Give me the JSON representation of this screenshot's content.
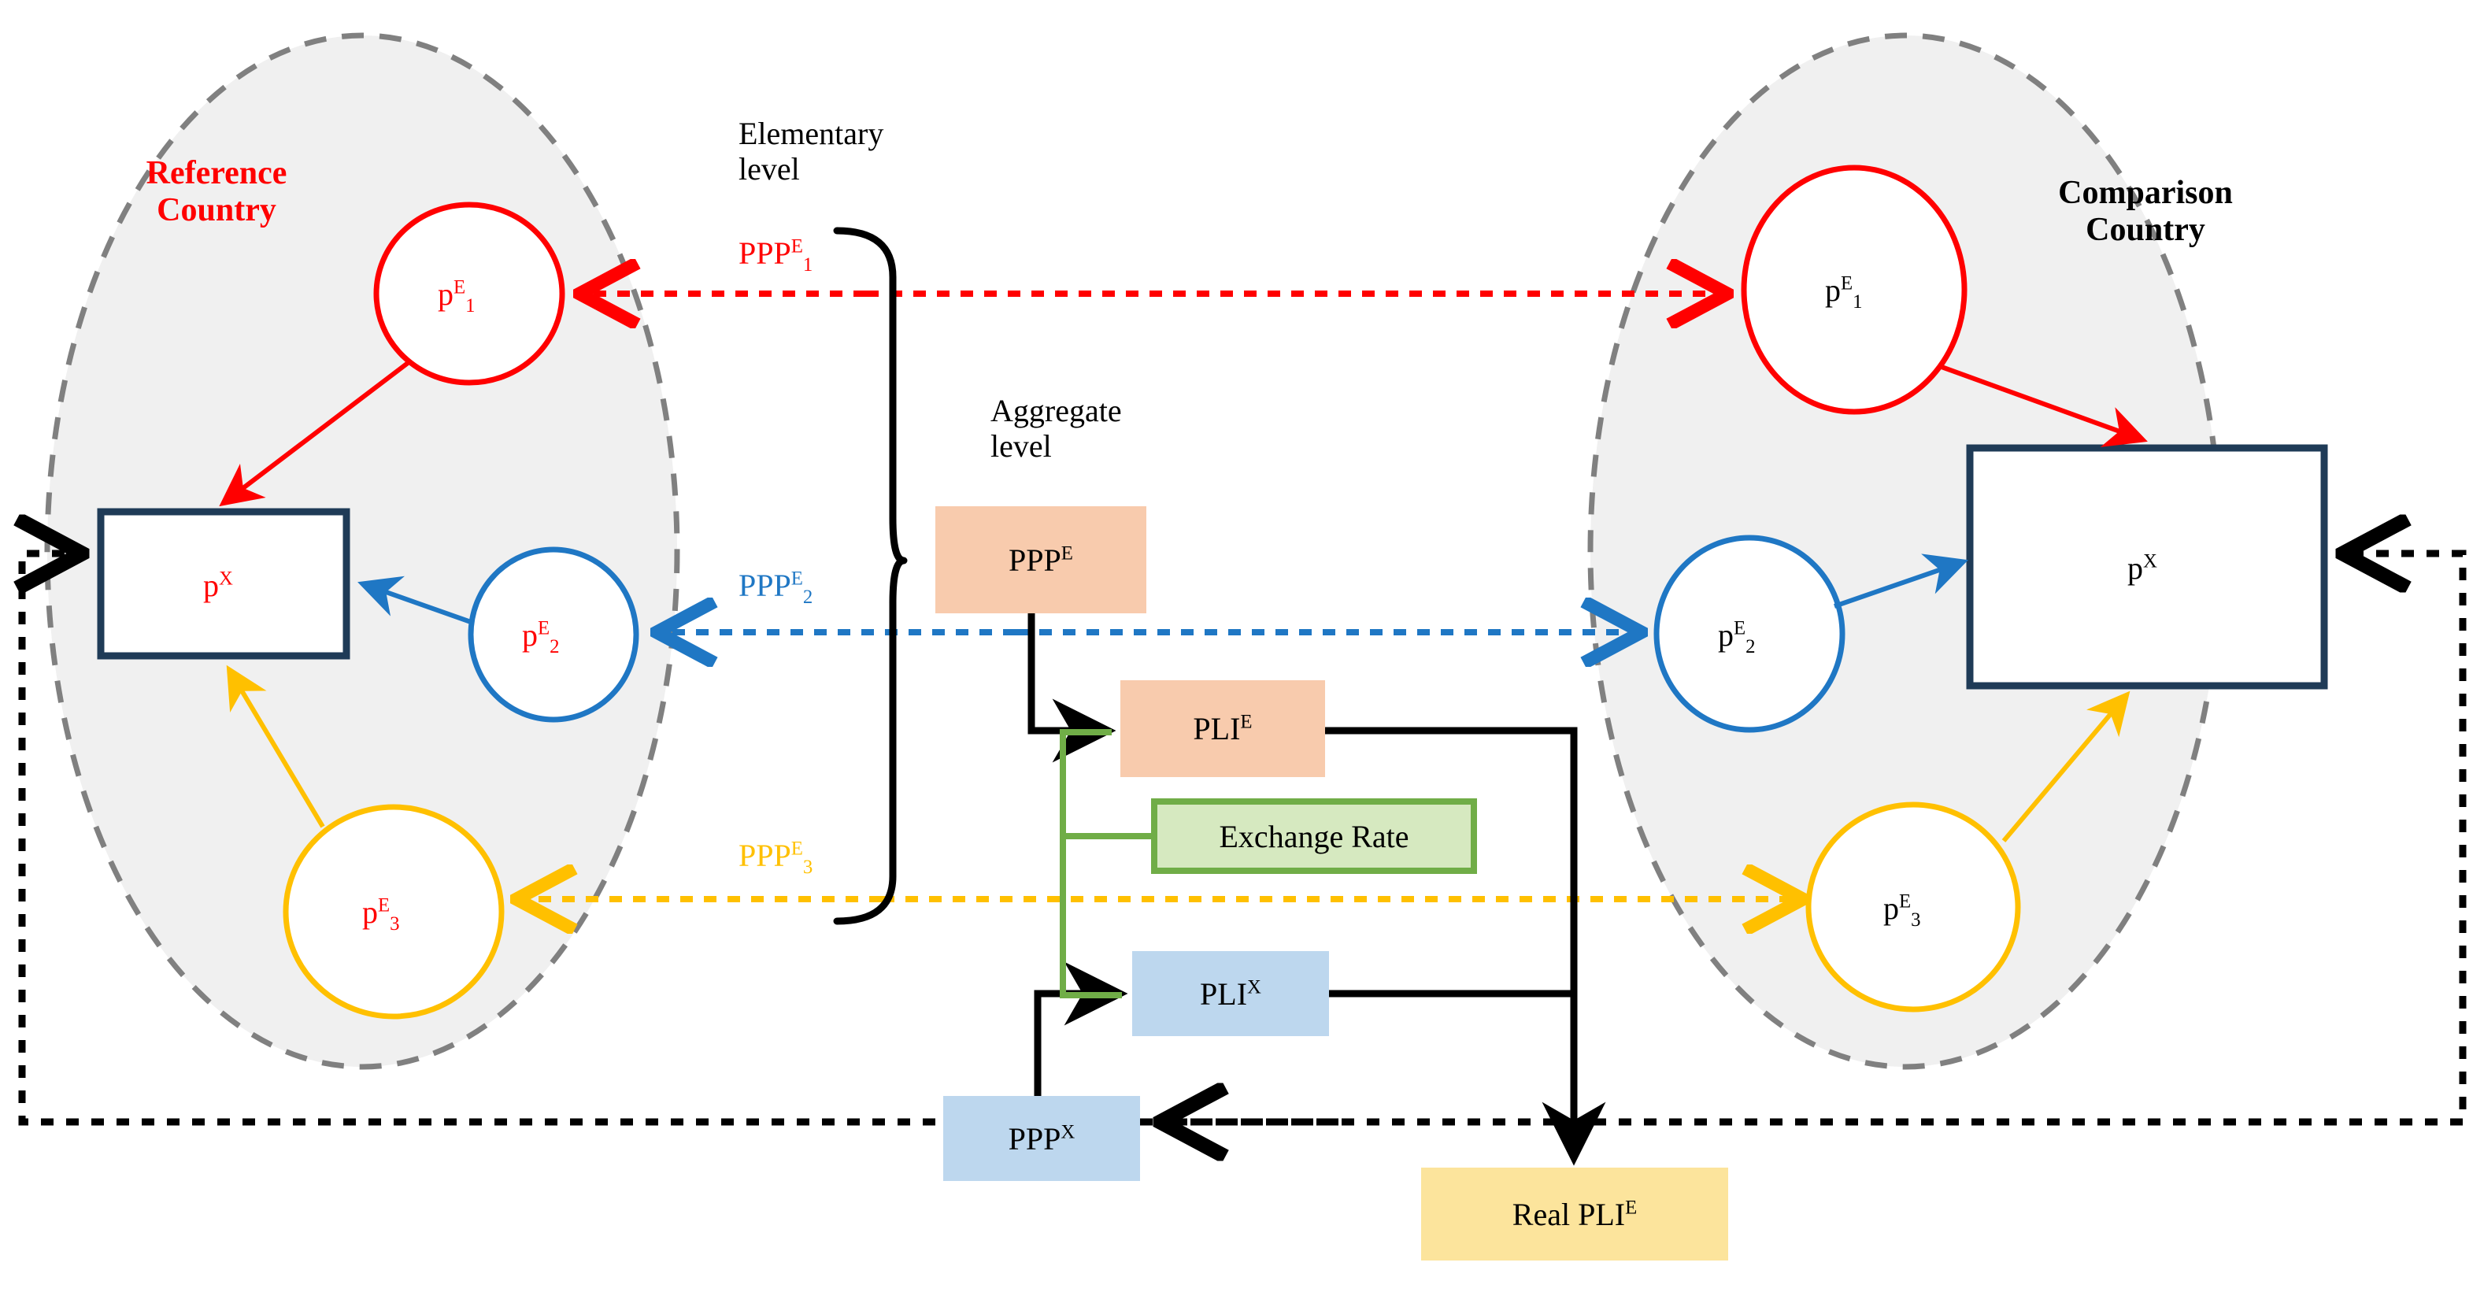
{
  "diagram": {
    "title": "PPP and PLI computation flow between Reference Country and Comparison Country",
    "regions": {
      "reference": {
        "label_line1": "Reference",
        "label_line2": "Country",
        "color": "#FF0000"
      },
      "comparison": {
        "label_line1": "Comparison",
        "label_line2": "Country",
        "color": "#000000"
      }
    },
    "levels": {
      "elementary_line1": "Elementary",
      "elementary_line2": "level",
      "aggregate_line1": "Aggregate",
      "aggregate_line2": "level"
    },
    "reference_nodes": [
      {
        "name": "p-E-1",
        "base": "p",
        "sup": "E",
        "sub": "1",
        "shape": "ellipse",
        "stroke": "#FF0000",
        "text_color": "#FF0000"
      },
      {
        "name": "p-E-2",
        "base": "p",
        "sup": "E",
        "sub": "2",
        "shape": "ellipse",
        "stroke": "#1F77C4",
        "text_color": "#FF0000"
      },
      {
        "name": "p-E-3",
        "base": "p",
        "sup": "E",
        "sub": "3",
        "shape": "ellipse",
        "stroke": "#FFC000",
        "text_color": "#FF0000"
      },
      {
        "name": "p-X",
        "base": "p",
        "sup": "X",
        "sub": "",
        "shape": "rect",
        "stroke": "#1F3B57",
        "text_color": "#FF0000"
      }
    ],
    "comparison_nodes": [
      {
        "name": "p-E-1",
        "base": "p",
        "sup": "E",
        "sub": "1",
        "shape": "ellipse",
        "stroke": "#FF0000",
        "text_color": "#000000"
      },
      {
        "name": "p-E-2",
        "base": "p",
        "sup": "E",
        "sub": "2",
        "shape": "ellipse",
        "stroke": "#1F77C4",
        "text_color": "#000000"
      },
      {
        "name": "p-E-3",
        "base": "p",
        "sup": "E",
        "sub": "3",
        "shape": "ellipse",
        "stroke": "#FFC000",
        "text_color": "#000000"
      },
      {
        "name": "p-X",
        "base": "p",
        "sup": "X",
        "sub": "",
        "shape": "rect",
        "stroke": "#1F3B57",
        "text_color": "#000000"
      }
    ],
    "ppp_link_labels": [
      {
        "name": "ppp-e-1",
        "base": "PPP",
        "sup": "E",
        "sub": "1",
        "color": "#FF0000"
      },
      {
        "name": "ppp-e-2",
        "base": "PPP",
        "sup": "E",
        "sub": "2",
        "color": "#1F77C4"
      },
      {
        "name": "ppp-e-3",
        "base": "PPP",
        "sup": "E",
        "sub": "3",
        "color": "#FFC000"
      }
    ],
    "boxes": [
      {
        "name": "ppp-e-box",
        "base": "PPP",
        "sup": "E",
        "fill": "#F8CBAD",
        "stroke": "none",
        "text_color": "#000000"
      },
      {
        "name": "pli-e-box",
        "base": "PLI",
        "sup": "E",
        "fill": "#F8CBAD",
        "stroke": "none",
        "text_color": "#000000"
      },
      {
        "name": "exchange-rate-box",
        "base": "Exchange Rate",
        "sup": "",
        "fill": "#D6E9C0",
        "stroke": "#70AD47",
        "text_color": "#000000"
      },
      {
        "name": "pli-x-box",
        "base": "PLI",
        "sup": "X",
        "fill": "#BDD7EE",
        "stroke": "none",
        "text_color": "#000000"
      },
      {
        "name": "ppp-x-box",
        "base": "PPP",
        "sup": "X",
        "fill": "#BDD7EE",
        "stroke": "none",
        "text_color": "#000000"
      },
      {
        "name": "real-pli-e-box",
        "base": "Real PLI",
        "sup": "E",
        "fill": "#FCE49C",
        "stroke": "none",
        "text_color": "#000000"
      }
    ],
    "colors": {
      "red": "#FF0000",
      "blue": "#1F77C4",
      "yellow": "#FFC000",
      "green": "#70AD47",
      "navy": "#1F3B57",
      "grey_fill": "#F0F0F0",
      "grey_dash": "#808080",
      "black": "#000000",
      "peach": "#F8CBAD",
      "lightblue": "#BDD7EE",
      "lightgreen": "#D6E9C0",
      "lightyellow": "#FCE49C"
    }
  }
}
